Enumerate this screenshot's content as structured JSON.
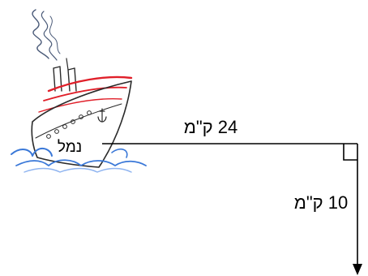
{
  "labels": {
    "port": "נמל",
    "east_distance": "24 ק\"מ",
    "south_distance": "10 ק\"מ"
  },
  "colors": {
    "line": "#000000",
    "ship_red": "#e0202a",
    "ship_outline": "#2a2a2a",
    "smoke": "#4a5a78",
    "water": "#3a78d8",
    "water_light": "#8fb4f0"
  },
  "icons": {
    "ship": "cruise-ship-icon"
  }
}
